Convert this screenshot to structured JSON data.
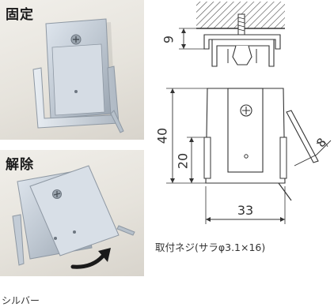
{
  "photos": {
    "fixed_label": "固定",
    "release_label": "解除"
  },
  "drawing": {
    "dim_depth": "9",
    "dim_height": "40",
    "dim_inner": "20",
    "dim_width": "33",
    "dim_side": "8"
  },
  "screw_note": "取付ネジ(サラφ3.1×16)",
  "color_name": "シルバー",
  "colors": {
    "photo_bg": "#e8e5df",
    "metal": "#c9d0d8",
    "metal_edge": "#8e98a3",
    "line": "#333333",
    "arrow": "#1a1a1a"
  }
}
